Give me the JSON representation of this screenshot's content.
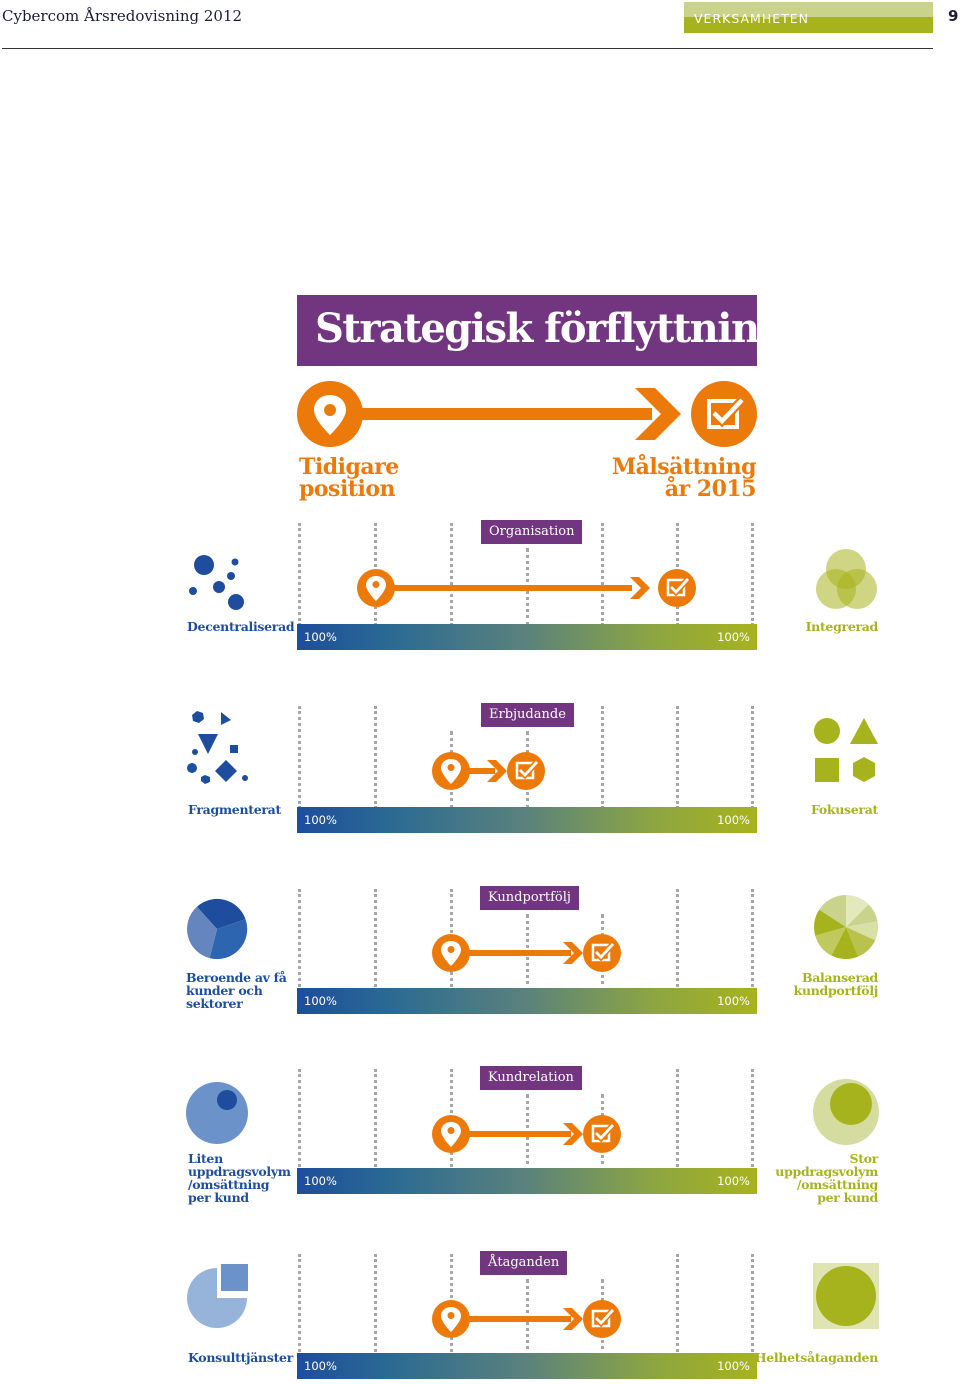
{
  "header": {
    "title": "Cybercom Årsredovisning 2012",
    "section": "VERKSAMHETEN",
    "page_number": "9"
  },
  "main": {
    "title": "Strategisk förflyttning",
    "from_line1": "Tidigare",
    "from_line2": "position",
    "to_line1": "Målsättning",
    "to_line2": "år 2015"
  },
  "rows": [
    {
      "category": "Organisation",
      "left_label": [
        "Decentraliserad"
      ],
      "right_label": [
        "Integrerad"
      ],
      "left_pct": "100%",
      "right_pct": "100%"
    },
    {
      "category": "Erbjudande",
      "left_label": [
        "Fragmenterat"
      ],
      "right_label": [
        "Fokuserat"
      ],
      "left_pct": "100%",
      "right_pct": "100%"
    },
    {
      "category": "Kundportfölj",
      "left_label": [
        "Beroende av få",
        "kunder och",
        "sektorer"
      ],
      "right_label": [
        "Balanserad",
        "kundportfölj"
      ],
      "left_pct": "100%",
      "right_pct": "100%"
    },
    {
      "category": "Kundrelation",
      "left_label": [
        "Liten",
        "uppdragsvolym",
        "/omsättning",
        "per kund"
      ],
      "right_label": [
        "Stor",
        "uppdragsvolym",
        "/omsättning",
        "per kund"
      ],
      "left_pct": "100%",
      "right_pct": "100%"
    },
    {
      "category": "Åtaganden",
      "left_label": [
        "Konsulttjänster"
      ],
      "right_label": [
        "Helhetsåtaganden"
      ],
      "left_pct": "100%",
      "right_pct": "100%"
    }
  ],
  "colors": {
    "purple": "#72357f",
    "orange": "#ec7a0b",
    "blue": "#1d4d9c",
    "green": "#a7b31d",
    "light_green": "#c9d38b"
  },
  "icons": {
    "start": "map-pin-icon",
    "end": "checkbox-check-icon"
  }
}
